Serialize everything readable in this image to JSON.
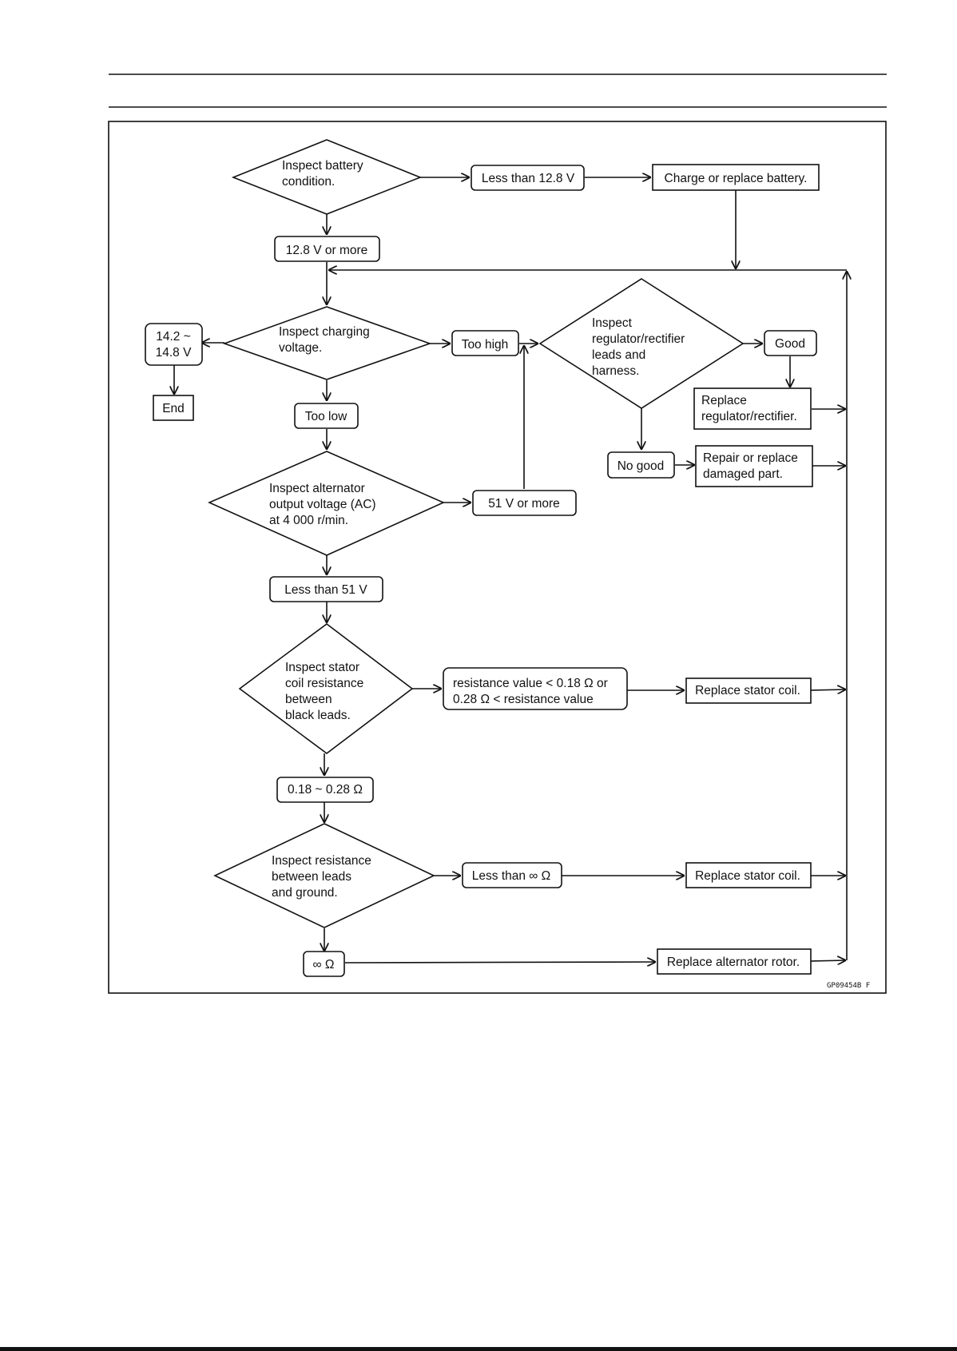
{
  "flowchart": {
    "nodes": {
      "inspect_battery": [
        "Inspect battery",
        "condition."
      ],
      "less_than_12_8": [
        "Less than 12.8 V"
      ],
      "charge_replace_battery": [
        "Charge or replace battery."
      ],
      "v12_8_or_more": [
        "12.8 V or more"
      ],
      "inspect_charging": [
        "Inspect charging",
        "voltage."
      ],
      "range_14": [
        "14.2 ~",
        "14.8 V"
      ],
      "end": [
        "End"
      ],
      "too_high": [
        "Too high"
      ],
      "inspect_regulator": [
        "Inspect",
        "regulator/rectifier",
        "leads and",
        "harness."
      ],
      "good": [
        "Good"
      ],
      "replace_regulator": [
        "Replace",
        "regulator/rectifier."
      ],
      "no_good": [
        "No good"
      ],
      "repair_replace": [
        "Repair or replace",
        "damaged part."
      ],
      "too_low": [
        "Too low"
      ],
      "inspect_alternator": [
        "Inspect alternator",
        "output voltage (AC)",
        "at 4 000 r/min."
      ],
      "v51_or_more": [
        "51 V or more"
      ],
      "less_than_51": [
        "Less than 51 V"
      ],
      "inspect_stator": [
        "Inspect stator",
        "coil resistance",
        "between",
        "black leads."
      ],
      "resistance_out": [
        "resistance value < 0.18 Ω or",
        "0.28 Ω < resistance value"
      ],
      "replace_stator_1": [
        "Replace stator coil."
      ],
      "range_018": [
        "0.18 ~ 0.28 Ω"
      ],
      "inspect_resistance": [
        "Inspect resistance",
        "between leads",
        "and ground."
      ],
      "less_than_inf": [
        "Less than ∞ Ω"
      ],
      "replace_stator_2": [
        "Replace stator coil."
      ],
      "inf_ohm": [
        "∞ Ω"
      ],
      "replace_rotor": [
        "Replace alternator rotor."
      ]
    },
    "figure_code": "GP09454B   F"
  }
}
